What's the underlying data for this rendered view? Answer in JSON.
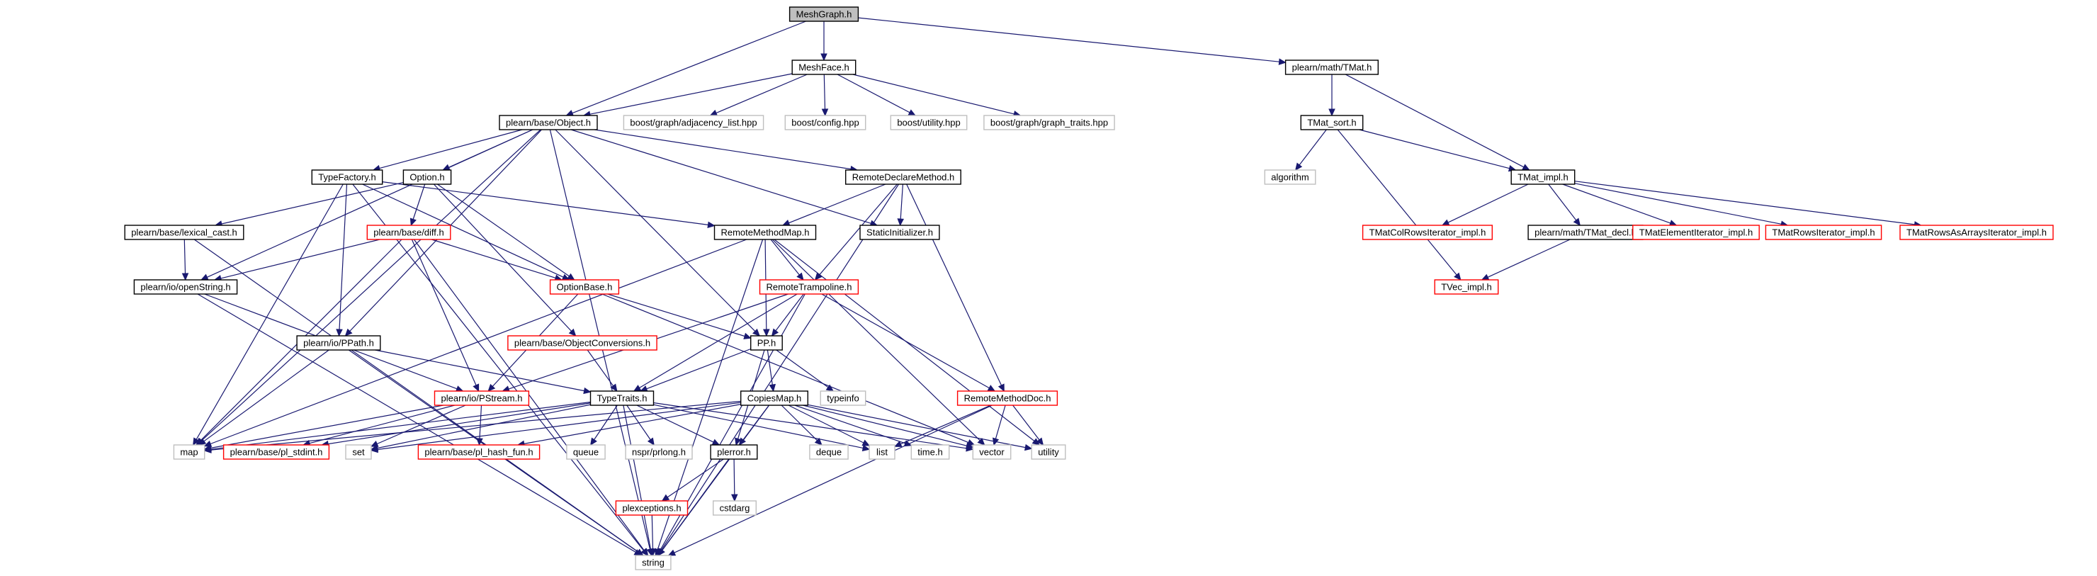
{
  "colors": {
    "background": "#ffffff",
    "edge": "#191970",
    "root_fill": "#bfbfbf",
    "root_border": "#000000",
    "documented_border": "#000000",
    "truncated_border": "#ff0000",
    "undocumented_border": "#bfbfbf",
    "label_text": "#000000"
  },
  "graph": {
    "root": "MeshGraph.h",
    "nodes": [
      {
        "id": "MeshGraph.h",
        "label": "MeshGraph.h",
        "kind": "root"
      },
      {
        "id": "MeshFace.h",
        "label": "MeshFace.h",
        "kind": "documented"
      },
      {
        "id": "plearn/math/TMat.h",
        "label": "plearn/math/TMat.h",
        "kind": "documented"
      },
      {
        "id": "plearn/base/Object.h",
        "label": "plearn/base/Object.h",
        "kind": "documented"
      },
      {
        "id": "boost/graph/adjacency_list.hpp",
        "label": "boost/graph/adjacency_list.hpp",
        "kind": "undocumented"
      },
      {
        "id": "boost/config.hpp",
        "label": "boost/config.hpp",
        "kind": "undocumented"
      },
      {
        "id": "boost/utility.hpp",
        "label": "boost/utility.hpp",
        "kind": "undocumented"
      },
      {
        "id": "boost/graph/graph_traits.hpp",
        "label": "boost/graph/graph_traits.hpp",
        "kind": "undocumented"
      },
      {
        "id": "TMat_sort.h",
        "label": "TMat_sort.h",
        "kind": "documented"
      },
      {
        "id": "algorithm",
        "label": "algorithm",
        "kind": "undocumented"
      },
      {
        "id": "TMat_impl.h",
        "label": "TMat_impl.h",
        "kind": "documented"
      },
      {
        "id": "TMatColRowsIterator_impl.h",
        "label": "TMatColRowsIterator_impl.h",
        "kind": "truncated"
      },
      {
        "id": "plearn/math/TMat_decl.h",
        "label": "plearn/math/TMat_decl.h",
        "kind": "documented"
      },
      {
        "id": "TMatElementIterator_impl.h",
        "label": "TMatElementIterator_impl.h",
        "kind": "truncated"
      },
      {
        "id": "TMatRowsIterator_impl.h",
        "label": "TMatRowsIterator_impl.h",
        "kind": "truncated"
      },
      {
        "id": "TMatRowsAsArraysIterator_impl.h",
        "label": "TMatRowsAsArraysIterator_impl.h",
        "kind": "truncated"
      },
      {
        "id": "TVec_impl.h",
        "label": "TVec_impl.h",
        "kind": "truncated"
      },
      {
        "id": "TypeFactory.h",
        "label": "TypeFactory.h",
        "kind": "documented"
      },
      {
        "id": "Option.h",
        "label": "Option.h",
        "kind": "documented"
      },
      {
        "id": "RemoteDeclareMethod.h",
        "label": "RemoteDeclareMethod.h",
        "kind": "documented"
      },
      {
        "id": "plearn/base/lexical_cast.h",
        "label": "plearn/base/lexical_cast.h",
        "kind": "documented"
      },
      {
        "id": "plearn/base/diff.h",
        "label": "plearn/base/diff.h",
        "kind": "truncated"
      },
      {
        "id": "RemoteMethodMap.h",
        "label": "RemoteMethodMap.h",
        "kind": "documented"
      },
      {
        "id": "StaticInitializer.h",
        "label": "StaticInitializer.h",
        "kind": "documented"
      },
      {
        "id": "plearn/io/openString.h",
        "label": "plearn/io/openString.h",
        "kind": "documented"
      },
      {
        "id": "OptionBase.h",
        "label": "OptionBase.h",
        "kind": "truncated"
      },
      {
        "id": "RemoteTrampoline.h",
        "label": "RemoteTrampoline.h",
        "kind": "truncated"
      },
      {
        "id": "plearn/io/PPath.h",
        "label": "plearn/io/PPath.h",
        "kind": "documented"
      },
      {
        "id": "plearn/base/ObjectConversions.h",
        "label": "plearn/base/ObjectConversions.h",
        "kind": "truncated"
      },
      {
        "id": "PP.h",
        "label": "PP.h",
        "kind": "documented"
      },
      {
        "id": "plearn/io/PStream.h",
        "label": "plearn/io/PStream.h",
        "kind": "truncated"
      },
      {
        "id": "TypeTraits.h",
        "label": "TypeTraits.h",
        "kind": "documented"
      },
      {
        "id": "typeinfo",
        "label": "typeinfo",
        "kind": "undocumented"
      },
      {
        "id": "CopiesMap.h",
        "label": "CopiesMap.h",
        "kind": "documented"
      },
      {
        "id": "RemoteMethodDoc.h",
        "label": "RemoteMethodDoc.h",
        "kind": "truncated"
      },
      {
        "id": "map",
        "label": "map",
        "kind": "undocumented"
      },
      {
        "id": "plearn/base/pl_stdint.h",
        "label": "plearn/base/pl_stdint.h",
        "kind": "truncated"
      },
      {
        "id": "set",
        "label": "set",
        "kind": "undocumented"
      },
      {
        "id": "plearn/base/pl_hash_fun.h",
        "label": "plearn/base/pl_hash_fun.h",
        "kind": "truncated"
      },
      {
        "id": "queue",
        "label": "queue",
        "kind": "undocumented"
      },
      {
        "id": "nspr/prlong.h",
        "label": "nspr/prlong.h",
        "kind": "undocumented"
      },
      {
        "id": "plerror.h",
        "label": "plerror.h",
        "kind": "documented"
      },
      {
        "id": "deque",
        "label": "deque",
        "kind": "undocumented"
      },
      {
        "id": "list",
        "label": "list",
        "kind": "undocumented"
      },
      {
        "id": "time.h",
        "label": "time.h",
        "kind": "undocumented"
      },
      {
        "id": "vector",
        "label": "vector",
        "kind": "undocumented"
      },
      {
        "id": "utility",
        "label": "utility",
        "kind": "undocumented"
      },
      {
        "id": "plexceptions.h",
        "label": "plexceptions.h",
        "kind": "truncated"
      },
      {
        "id": "cstdarg",
        "label": "cstdarg",
        "kind": "undocumented"
      },
      {
        "id": "string",
        "label": "string",
        "kind": "undocumented"
      }
    ],
    "edges": [
      [
        "MeshGraph.h",
        "MeshFace.h"
      ],
      [
        "MeshGraph.h",
        "plearn/base/Object.h"
      ],
      [
        "MeshGraph.h",
        "plearn/math/TMat.h"
      ],
      [
        "MeshFace.h",
        "plearn/base/Object.h"
      ],
      [
        "MeshFace.h",
        "boost/graph/adjacency_list.hpp"
      ],
      [
        "MeshFace.h",
        "boost/config.hpp"
      ],
      [
        "MeshFace.h",
        "boost/utility.hpp"
      ],
      [
        "MeshFace.h",
        "boost/graph/graph_traits.hpp"
      ],
      [
        "plearn/math/TMat.h",
        "TMat_sort.h"
      ],
      [
        "plearn/math/TMat.h",
        "TMat_impl.h"
      ],
      [
        "TMat_sort.h",
        "algorithm"
      ],
      [
        "TMat_sort.h",
        "TMat_impl.h"
      ],
      [
        "TMat_sort.h",
        "TVec_impl.h"
      ],
      [
        "TMat_impl.h",
        "TMatColRowsIterator_impl.h"
      ],
      [
        "TMat_impl.h",
        "plearn/math/TMat_decl.h"
      ],
      [
        "TMat_impl.h",
        "TMatElementIterator_impl.h"
      ],
      [
        "TMat_impl.h",
        "TMatRowsIterator_impl.h"
      ],
      [
        "TMat_impl.h",
        "TMatRowsAsArraysIterator_impl.h"
      ],
      [
        "plearn/math/TMat_decl.h",
        "TVec_impl.h"
      ],
      [
        "plearn/base/Object.h",
        "TypeFactory.h"
      ],
      [
        "plearn/base/Object.h",
        "Option.h"
      ],
      [
        "plearn/base/Object.h",
        "RemoteDeclareMethod.h"
      ],
      [
        "plearn/base/Object.h",
        "StaticInitializer.h"
      ],
      [
        "plearn/base/Object.h",
        "plearn/io/openString.h"
      ],
      [
        "plearn/base/Object.h",
        "plearn/io/PPath.h"
      ],
      [
        "plearn/base/Object.h",
        "PP.h"
      ],
      [
        "plearn/base/Object.h",
        "map"
      ],
      [
        "plearn/base/Object.h",
        "string"
      ],
      [
        "TypeFactory.h",
        "RemoteMethodMap.h"
      ],
      [
        "TypeFactory.h",
        "OptionBase.h"
      ],
      [
        "TypeFactory.h",
        "plearn/io/PPath.h"
      ],
      [
        "TypeFactory.h",
        "map"
      ],
      [
        "TypeFactory.h",
        "string"
      ],
      [
        "Option.h",
        "plearn/base/lexical_cast.h"
      ],
      [
        "Option.h",
        "plearn/base/diff.h"
      ],
      [
        "Option.h",
        "OptionBase.h"
      ],
      [
        "Option.h",
        "plearn/base/ObjectConversions.h"
      ],
      [
        "RemoteDeclareMethod.h",
        "RemoteMethodMap.h"
      ],
      [
        "RemoteDeclareMethod.h",
        "StaticInitializer.h"
      ],
      [
        "RemoteDeclareMethod.h",
        "RemoteTrampoline.h"
      ],
      [
        "RemoteDeclareMethod.h",
        "RemoteMethodDoc.h"
      ],
      [
        "RemoteDeclareMethod.h",
        "string"
      ],
      [
        "plearn/base/lexical_cast.h",
        "plearn/io/openString.h"
      ],
      [
        "plearn/base/lexical_cast.h",
        "string"
      ],
      [
        "plearn/base/diff.h",
        "plearn/io/openString.h"
      ],
      [
        "plearn/base/diff.h",
        "OptionBase.h"
      ],
      [
        "plearn/base/diff.h",
        "plearn/io/PStream.h"
      ],
      [
        "plearn/base/diff.h",
        "map"
      ],
      [
        "plearn/base/diff.h",
        "string"
      ],
      [
        "RemoteMethodMap.h",
        "RemoteTrampoline.h"
      ],
      [
        "RemoteMethodMap.h",
        "PP.h"
      ],
      [
        "RemoteMethodMap.h",
        "map"
      ],
      [
        "RemoteMethodMap.h",
        "vector"
      ],
      [
        "RemoteMethodMap.h",
        "utility"
      ],
      [
        "RemoteMethodMap.h",
        "string"
      ],
      [
        "plearn/io/openString.h",
        "plearn/io/PStream.h"
      ],
      [
        "plearn/io/openString.h",
        "string"
      ],
      [
        "OptionBase.h",
        "PP.h"
      ],
      [
        "OptionBase.h",
        "plearn/io/PStream.h"
      ],
      [
        "OptionBase.h",
        "vector"
      ],
      [
        "RemoteTrampoline.h",
        "PP.h"
      ],
      [
        "RemoteTrampoline.h",
        "TypeTraits.h"
      ],
      [
        "RemoteTrampoline.h",
        "plearn/io/PStream.h"
      ],
      [
        "RemoteTrampoline.h",
        "RemoteMethodDoc.h"
      ],
      [
        "RemoteTrampoline.h",
        "string"
      ],
      [
        "plearn/io/PPath.h",
        "TypeTraits.h"
      ],
      [
        "plearn/io/PPath.h",
        "map"
      ],
      [
        "plearn/io/PPath.h",
        "string"
      ],
      [
        "plearn/base/ObjectConversions.h",
        "TypeTraits.h"
      ],
      [
        "PP.h",
        "TypeTraits.h"
      ],
      [
        "PP.h",
        "typeinfo"
      ],
      [
        "PP.h",
        "CopiesMap.h"
      ],
      [
        "PP.h",
        "plerror.h"
      ],
      [
        "plearn/io/PStream.h",
        "map"
      ],
      [
        "plearn/io/PStream.h",
        "plearn/base/pl_stdint.h"
      ],
      [
        "plearn/io/PStream.h",
        "set"
      ],
      [
        "plearn/io/PStream.h",
        "plearn/base/pl_hash_fun.h"
      ],
      [
        "TypeTraits.h",
        "map"
      ],
      [
        "TypeTraits.h",
        "plearn/base/pl_stdint.h"
      ],
      [
        "TypeTraits.h",
        "set"
      ],
      [
        "TypeTraits.h",
        "queue"
      ],
      [
        "TypeTraits.h",
        "nspr/prlong.h"
      ],
      [
        "TypeTraits.h",
        "plerror.h"
      ],
      [
        "TypeTraits.h",
        "list"
      ],
      [
        "TypeTraits.h",
        "vector"
      ],
      [
        "TypeTraits.h",
        "string"
      ],
      [
        "CopiesMap.h",
        "map"
      ],
      [
        "CopiesMap.h",
        "set"
      ],
      [
        "CopiesMap.h",
        "plearn/base/pl_hash_fun.h"
      ],
      [
        "CopiesMap.h",
        "plerror.h"
      ],
      [
        "CopiesMap.h",
        "deque"
      ],
      [
        "CopiesMap.h",
        "list"
      ],
      [
        "CopiesMap.h",
        "time.h"
      ],
      [
        "CopiesMap.h",
        "vector"
      ],
      [
        "CopiesMap.h",
        "utility"
      ],
      [
        "CopiesMap.h",
        "string"
      ],
      [
        "RemoteMethodDoc.h",
        "list"
      ],
      [
        "RemoteMethodDoc.h",
        "vector"
      ],
      [
        "RemoteMethodDoc.h",
        "utility"
      ],
      [
        "RemoteMethodDoc.h",
        "string"
      ],
      [
        "plerror.h",
        "plexceptions.h"
      ],
      [
        "plerror.h",
        "cstdarg"
      ],
      [
        "plerror.h",
        "string"
      ],
      [
        "plexceptions.h",
        "string"
      ]
    ]
  }
}
